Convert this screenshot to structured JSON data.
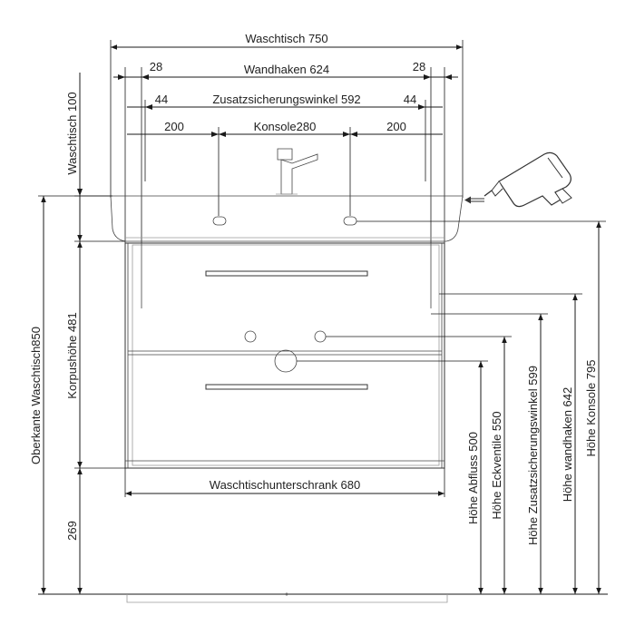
{
  "labels": {
    "waschtisch": "Waschtisch 750",
    "wandhaken": "Wandhaken  624",
    "zusatz": "Zusatzsicherungswinkel 592",
    "konsole": "Konsole280",
    "d28_left": "28",
    "d28_right": "28",
    "d44_left": "44",
    "d44_right": "44",
    "d200_left": "200",
    "d200_right": "200",
    "waschtisch100": "Waschtisch 100",
    "oberkante": "Oberkante Waschtisch850",
    "korpushoehe": "Korpushöhe 481",
    "d269": "269",
    "unterschrank": "Waschtischunterschrank 680",
    "h_abfluss": "Höhe Abfluss 500",
    "h_eckventile": "Höhe Eckventile 550",
    "h_zusatz": "Höhe Zusatzsicherungswinkel 599",
    "h_wandhaken": "Höhe wandhaken 642",
    "h_konsole": "Höhe Konsole 795"
  },
  "icons": {
    "drill": "drill-icon",
    "faucet": "faucet-icon",
    "direction_arrow": "arrow-left-icon"
  }
}
